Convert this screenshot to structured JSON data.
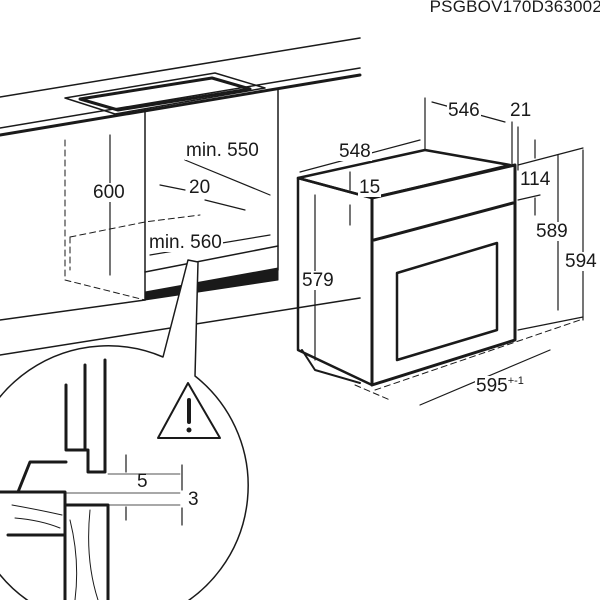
{
  "model_code": "PSGBOV170D363002",
  "cabinet_dimensions": {
    "height": "600",
    "min_depth": "min. 550",
    "gap": "20",
    "min_width": "min. 560"
  },
  "oven_dimensions": {
    "depth_body": "548",
    "depth_total": "546",
    "front_thickness": "21",
    "top_offset": "15",
    "panel_height": "114",
    "height_front": "589",
    "height_total": "594",
    "height_body": "579",
    "width": "595",
    "width_tolerance": "+-1"
  },
  "detail_dimensions": {
    "clearance_a": "5",
    "clearance_b": "3"
  },
  "icons": [
    "warning-icon"
  ]
}
